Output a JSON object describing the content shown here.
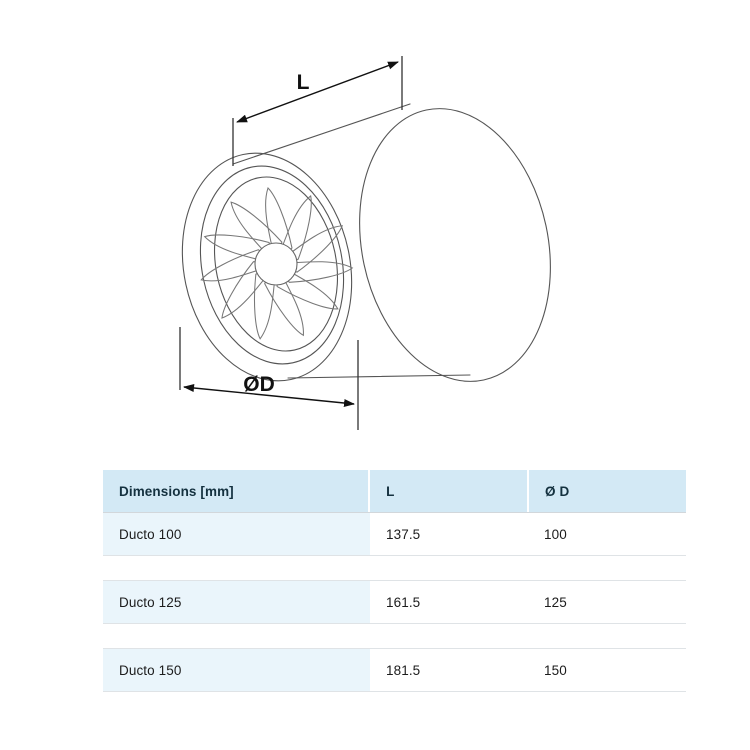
{
  "drawing": {
    "title": "Duct fan isometric technical drawing",
    "labels": {
      "length": "L",
      "diameter": "ØD"
    },
    "components": [
      "cylindrical-duct-housing",
      "front-rim",
      "impeller-blades",
      "hub"
    ],
    "blade_count": 11,
    "line_color": "#3a3a3a"
  },
  "table": {
    "name": "dimensions-table",
    "headers": {
      "name": "Dimensions [mm]",
      "length": "L",
      "diameter": "Ø D"
    },
    "rows": [
      {
        "name": "Ducto 100",
        "length": "137.5",
        "diameter": "100"
      },
      {
        "name": "Ducto 125",
        "length": "161.5",
        "diameter": "125"
      },
      {
        "name": "Ducto 150",
        "length": "181.5",
        "diameter": "150"
      }
    ],
    "colors": {
      "header_bg": "#d3e9f5",
      "name_cell_bg": "#eaf5fb",
      "value_cell_bg": "#ffffff",
      "rule": "#dfe3e6",
      "text": "#1c1c1c"
    }
  }
}
